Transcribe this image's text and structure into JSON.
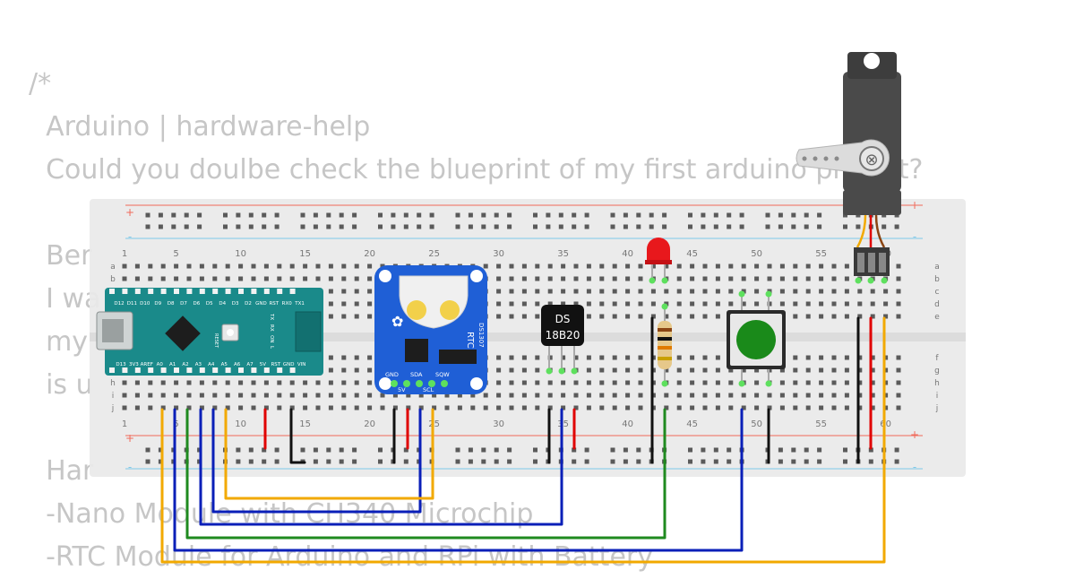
{
  "background_note": {
    "lines": [
      "/*",
      "  Arduino | hardware-help",
      "  Could you doulbe check the blueprint of my first arduino project?",
      "",
      "  Ber",
      "  I wa",
      "  my",
      "  is u",
      "",
      "  Har",
      "  -Nano Module with CH340 Microchip",
      "  -RTC Module for Arduino and RPi with Battery"
    ]
  },
  "breadboard": {
    "column_numbers": [
      "1",
      "5",
      "10",
      "15",
      "20",
      "25",
      "30",
      "35",
      "40",
      "45",
      "50",
      "55",
      "60"
    ],
    "row_letters_top": [
      "a",
      "b",
      "c",
      "d",
      "e"
    ],
    "row_letters_bottom": [
      "f",
      "g",
      "h",
      "i",
      "j"
    ],
    "rail_plus": "+",
    "rail_minus": "-"
  },
  "nano": {
    "top_pins": [
      "D12",
      "D11",
      "D10",
      "D9",
      "D8",
      "D7",
      "D6",
      "D5",
      "D4",
      "D3",
      "D2",
      "GND",
      "RST",
      "RX0",
      "TX1"
    ],
    "bottom_pins": [
      "D13",
      "3V3",
      "AREF",
      "A0",
      "A1",
      "A2",
      "A3",
      "A4",
      "A5",
      "A6",
      "A7",
      "5V",
      "RST",
      "GND",
      "VIN"
    ],
    "reset_label": "RESET",
    "led_labels": [
      "TX",
      "RX",
      "ON",
      "L"
    ]
  },
  "rtc": {
    "label": "RTC",
    "chip": "DS1307",
    "pins": [
      "GND",
      "5V",
      "SDA",
      "SCL",
      "SQW"
    ]
  },
  "temp_sensor": {
    "line1": "DS",
    "line2": "18B20"
  },
  "colors": {
    "wire_yellow": "#f2a900",
    "wire_blue": "#0a1fb8",
    "wire_green": "#1f8a1f",
    "wire_red": "#e00000",
    "wire_black": "#111111",
    "nano_board": "#1a8a8a",
    "rtc_board": "#1f5fd6",
    "led": "#e8181c",
    "button_cap": "#1a8a1a"
  }
}
